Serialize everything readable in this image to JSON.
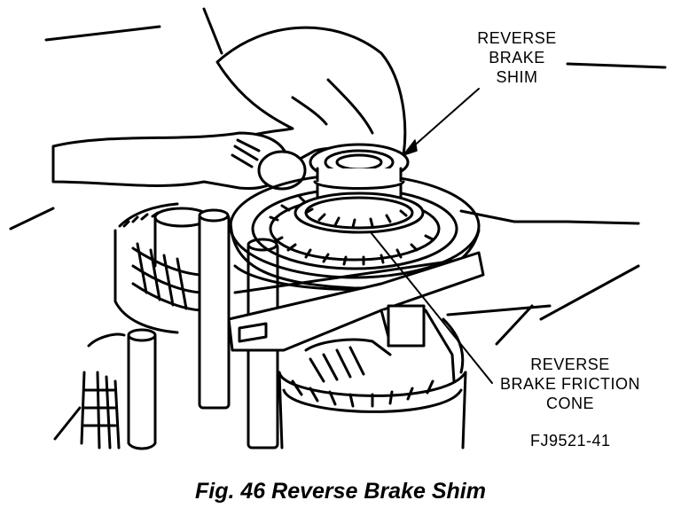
{
  "callouts": {
    "shim": [
      "REVERSE",
      "BRAKE",
      "SHIM"
    ],
    "cone": [
      "REVERSE",
      "BRAKE FRICTION",
      "CONE"
    ]
  },
  "figure_code": "FJ9521-41",
  "caption": "Fig. 46 Reverse Brake Shim"
}
